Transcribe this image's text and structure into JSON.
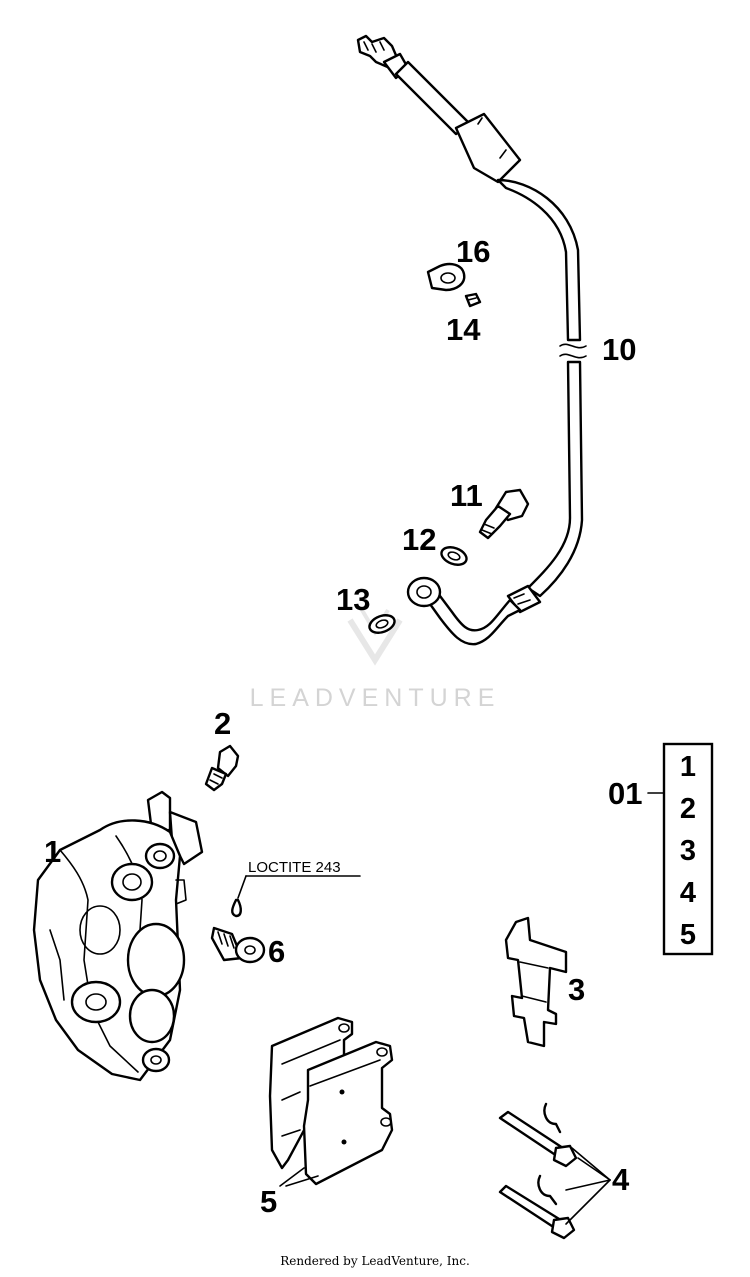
{
  "diagram": {
    "callouts": {
      "1": "1",
      "2": "2",
      "3": "3",
      "4": "4",
      "5": "5",
      "6": "6",
      "10": "10",
      "11": "11",
      "12": "12",
      "13": "13",
      "14": "14",
      "16": "16"
    },
    "loctite_note": "LOCTITE 243",
    "kit": {
      "label": "01",
      "items": [
        "1",
        "2",
        "3",
        "4",
        "5"
      ]
    }
  },
  "watermark": {
    "text": "LEADVENTURE"
  },
  "footer": {
    "credit": "Rendered by LeadVenture, Inc."
  }
}
